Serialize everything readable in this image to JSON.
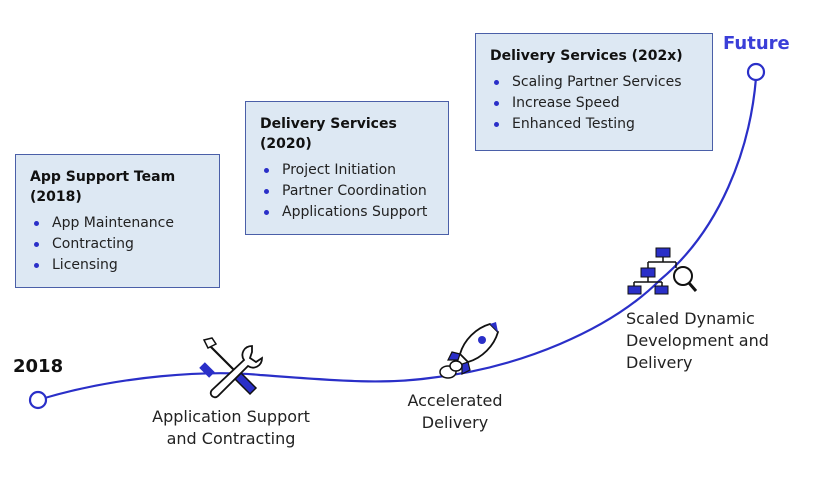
{
  "start_label": "2018",
  "end_label": "Future",
  "cards": [
    {
      "title": "App Support Team (2018)",
      "items": [
        "App Maintenance",
        "Contracting",
        "Licensing"
      ]
    },
    {
      "title": "Delivery Services (2020)",
      "items": [
        "Project Initiation",
        "Partner Coordination",
        "Applications Support"
      ]
    },
    {
      "title": "Delivery Services (202x)",
      "items": [
        "Scaling Partner Services",
        "Increase Speed",
        "Enhanced Testing"
      ]
    }
  ],
  "milestones": [
    {
      "label": "Application Support and Contracting",
      "icon": "wrench-screwdriver-icon"
    },
    {
      "label": "Accelerated Delivery",
      "icon": "rocket-icon"
    },
    {
      "label": "Scaled Dynamic Development and Delivery",
      "icon": "org-chart-search-icon"
    }
  ],
  "colors": {
    "line": "#2a2fc8",
    "card_bg": "#dde8f3",
    "card_border": "#4a5fa8",
    "future": "#3b3fd8"
  }
}
